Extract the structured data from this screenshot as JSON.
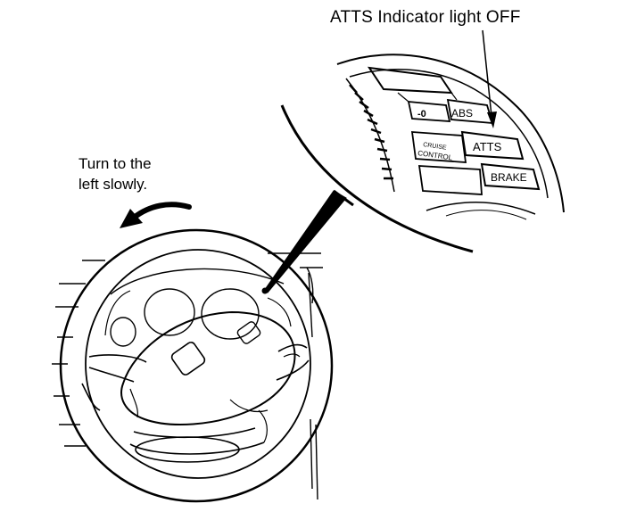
{
  "callouts": {
    "indicator": "ATTS Indicator light OFF",
    "turn_line1": "Turn to the",
    "turn_line2": "left slowly."
  },
  "panel": {
    "abs": "ABS",
    "atts": "ATTS",
    "cruise_line1": "CRUISE",
    "cruise_line2": "CONTROL",
    "brake": "BRAKE",
    "small_symbol": "-0"
  },
  "colors": {
    "ink": "#000000",
    "paper": "#ffffff"
  }
}
